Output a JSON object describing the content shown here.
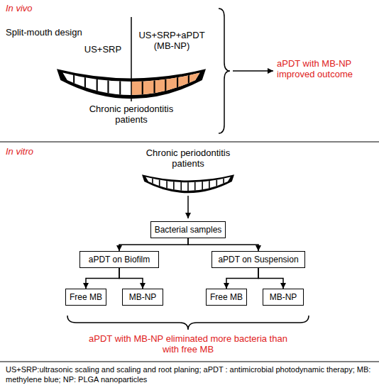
{
  "diagram": {
    "caption": "US+SRP:ultrasonic scaling and scaling and root planing; aPDT : antimicrobial photodynamic therapy; MB: methylene blue; NP: PLGA nanoparticles",
    "nodes": [
      {
        "text": [
          "Bacterial samples"
        ]
      },
      {
        "text": [
          "aPDT on Biofilm"
        ]
      },
      {
        "text": [
          "aPDT on Suspension"
        ]
      },
      {
        "text": [
          "Free MB"
        ]
      },
      {
        "text": [
          "MB-NP"
        ]
      },
      {
        "text": [
          "Free MB"
        ]
      },
      {
        "text": [
          "MB-NP"
        ]
      }
    ],
    "edges": [
      {
        "from": 0,
        "to": 1,
        "arrow": "to"
      },
      {
        "from": 0,
        "to": 2,
        "arrow": "to"
      },
      {
        "from": 1,
        "to": 3,
        "arrow": "to"
      },
      {
        "from": 1,
        "to": 4,
        "arrow": "to"
      },
      {
        "from": 2,
        "to": 5,
        "arrow": "to"
      },
      {
        "from": 2,
        "to": 6,
        "arrow": "to"
      }
    ],
    "labels": [
      "In vivo",
      "Split-mouth design",
      "US+SRP",
      "US+SRP+aPDT (MB-NP)",
      "Chronic periodontitis patients",
      "aPDT with MB-NP improved outcome",
      "In vitro",
      "Chronic periodontitis patients",
      "aPDT with MB-NP eliminated more bacteria than with free MB"
    ]
  }
}
